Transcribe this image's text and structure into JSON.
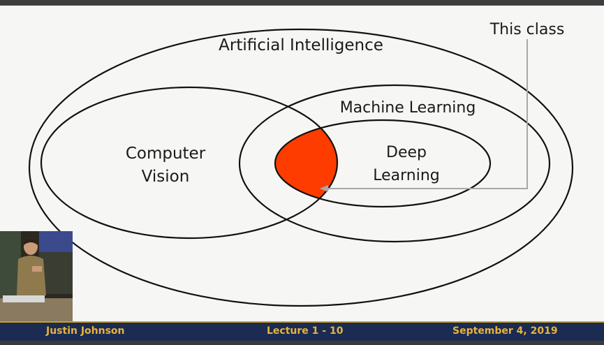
{
  "diagram": {
    "labels": {
      "artificial_intelligence": "Artificial Intelligence",
      "machine_learning": "Machine Learning",
      "computer_vision_line1": "Computer",
      "computer_vision_line2": "Vision",
      "deep_learning_line1": "Deep",
      "deep_learning_line2": "Learning",
      "this_class": "This class"
    },
    "colors": {
      "highlight": "#ff3c00",
      "outline": "#111111",
      "arrow": "#a8a8a8"
    }
  },
  "footer": {
    "presenter": "Justin Johnson",
    "lecture": "Lecture 1 - 10",
    "date": "September 4, 2019"
  }
}
